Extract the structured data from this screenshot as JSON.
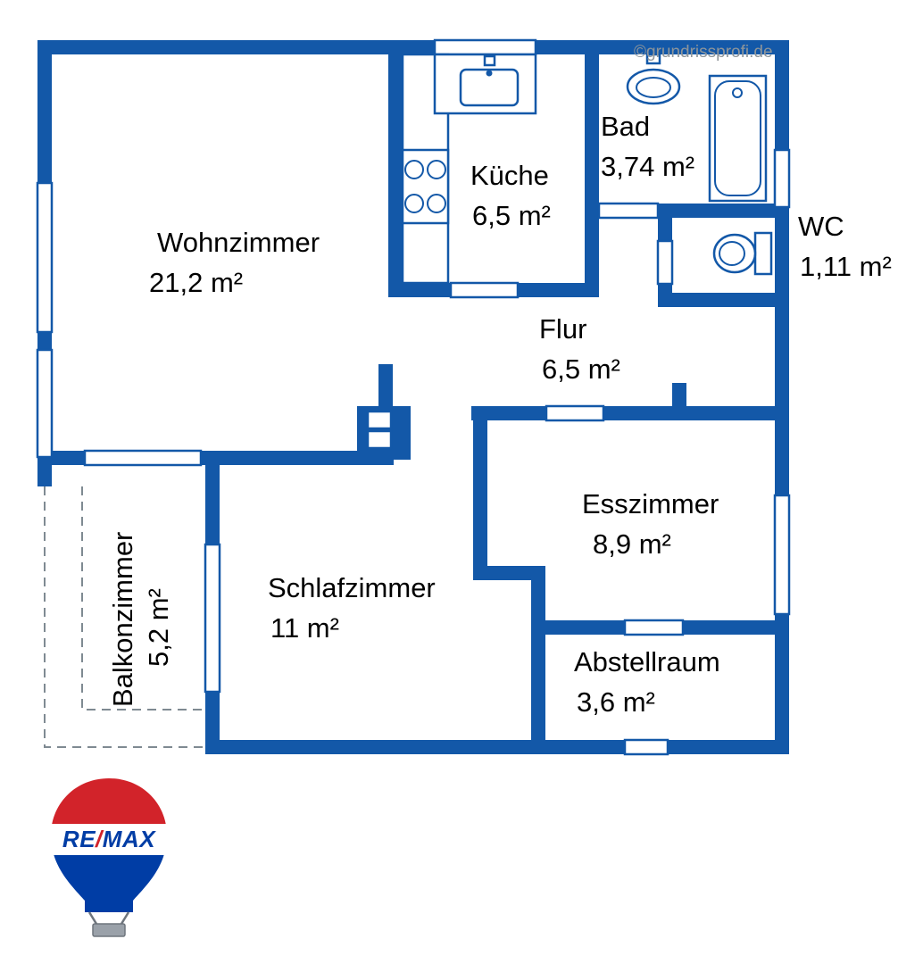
{
  "watermark": "©grundrissprofi.de",
  "rooms": {
    "wohnzimmer": {
      "name": "Wohnzimmer",
      "area": "21,2 m²"
    },
    "kueche": {
      "name": "Küche",
      "area": "6,5 m²"
    },
    "bad": {
      "name": "Bad",
      "area": "3,74 m²"
    },
    "wc": {
      "name": "WC",
      "area": "1,11 m²"
    },
    "flur": {
      "name": "Flur",
      "area": "6,5 m²"
    },
    "esszimmer": {
      "name": "Esszimmer",
      "area": "8,9 m²"
    },
    "schlafzimmer": {
      "name": "Schlafzimmer",
      "area": "11 m²"
    },
    "abstellraum": {
      "name": "Abstellraum",
      "area": "3,6 m²"
    },
    "balkonzimmer": {
      "name": "Balkonzimmer",
      "area": "5,2 m²"
    }
  },
  "logo": {
    "re": "RE",
    "slash": "/",
    "max": "MAX"
  },
  "colors": {
    "wall": "#1358a8",
    "logo_red": "#d2232a",
    "logo_blue": "#003da5",
    "watermark": "#8e959a"
  }
}
